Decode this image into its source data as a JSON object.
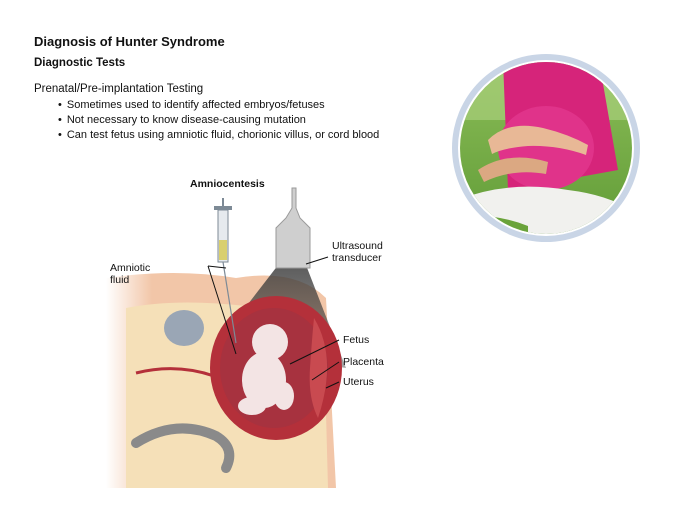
{
  "header": {
    "title": "Diagnosis of Hunter Syndrome",
    "subtitle": "Diagnostic Tests"
  },
  "content": {
    "section_heading": "Prenatal/Pre-implantation Testing",
    "bullets": [
      "Sometimes used to identify affected embryos/fetuses",
      "Not necessary to know disease-causing mutation",
      "Can test fetus using amniotic fluid, chorionic villus, or cord blood"
    ]
  },
  "diagram": {
    "title": "Amniocentesis",
    "labels": {
      "amniotic_fluid": "Amniotic fluid",
      "ultrasound": "Ultrasound\ntransducer",
      "fetus": "Fetus",
      "placenta": "Placenta",
      "uterus": "Uterus"
    }
  },
  "colors": {
    "skin": "#f2c6a8",
    "uterus": "#b4303a",
    "amniotic": "#a7323f",
    "fetus": "#f3e4e4",
    "ultrasound_beam": "#3b3b3b",
    "shirt": "#d6247a",
    "grass": "#7cb342",
    "photo_ring": "#c9d5e6"
  }
}
